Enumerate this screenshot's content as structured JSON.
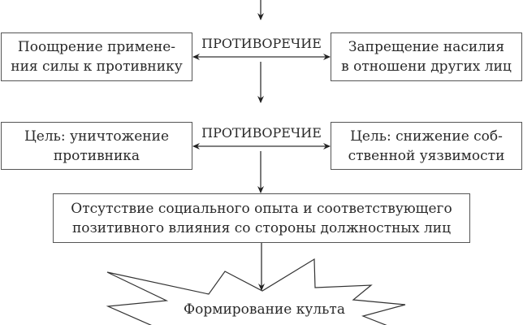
{
  "diagram": {
    "row1": {
      "left": {
        "line1": "Поощрение примене-",
        "line2": "ния силы к противнику"
      },
      "right": {
        "line1": "Запрещение насилия",
        "line2": "в отношени других лиц"
      },
      "relation": "ПРОТИВОРЕЧИЕ"
    },
    "row2": {
      "left": {
        "line1": "Цель: уничтожение",
        "line2": "противника"
      },
      "right": {
        "line1": "Цель: снижение соб-",
        "line2": "ственной уязвимости"
      },
      "relation": "ПРОТИВОРЕЧИЕ"
    },
    "box3": {
      "line1": "Отсутствие социального опыта и соответствующего",
      "line2": "позитивного влияния со стороны должностных лиц"
    },
    "burst": {
      "text": "Формирование культа"
    }
  }
}
